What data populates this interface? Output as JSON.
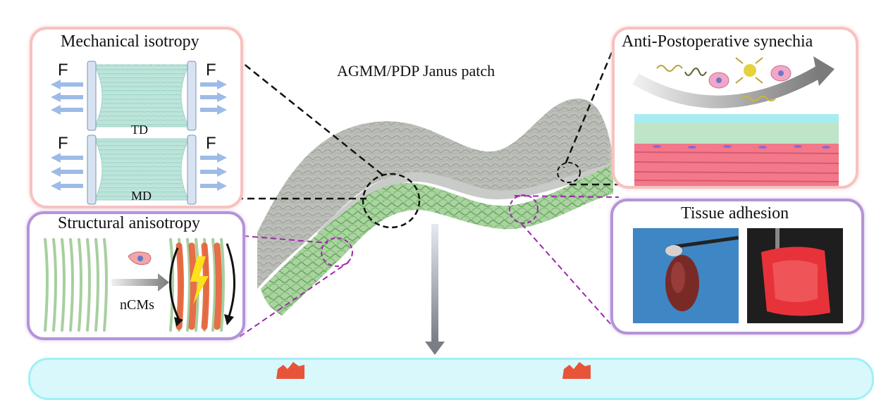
{
  "center_title": "AGMM/PDP Janus patch",
  "panels": {
    "mechanical": {
      "title": "Mechanical isotropy",
      "force_label": "F",
      "td_label": "TD",
      "md_label": "MD"
    },
    "structural": {
      "title": "Structural anisotropy",
      "cell_label": "nCMs"
    },
    "anti": {
      "title": "Anti-Postoperative synechia"
    },
    "tissue": {
      "title": "Tissue adhesion"
    }
  },
  "colors": {
    "pink_border": "#f6c2c0",
    "purple_border": "#b593d8",
    "fiber_green": "#8fc58a",
    "cardiomyocyte_orange": "#e7623a",
    "bottom_band": "#d8f8fb"
  }
}
